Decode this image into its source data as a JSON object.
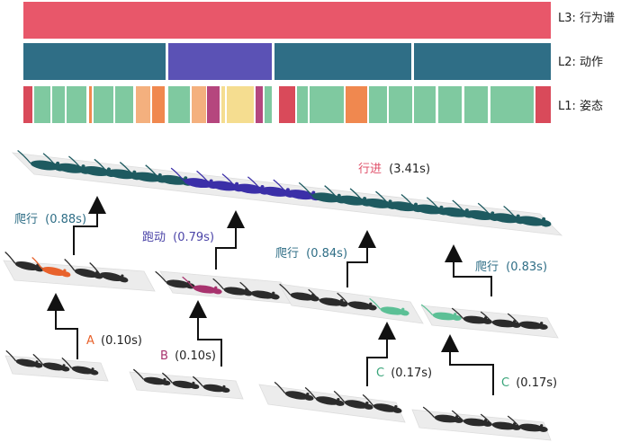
{
  "levels": {
    "l3": "L3: 行为谱",
    "l2": "L2: 动作",
    "l1": "L1: 姿态"
  },
  "colors": {
    "l3": "#e8576a",
    "teal": "#2f6e86",
    "purple": "#5b52b5",
    "mint": "#7fc9a0",
    "orange": "#f0884f",
    "peach": "#f4b07e",
    "magenta": "#b5467e",
    "yellow": "#f5dd90",
    "red": "#d94a5a",
    "mouseDark": "#2b2b2b",
    "mouseTeal": "#1e5a60",
    "mousePurple": "#3b2fa8",
    "mouseOrange": "#e8622c",
    "mouseMagenta": "#a8336e",
    "mouseMint": "#5cc096",
    "gray": "#e4e4e4"
  },
  "l2_segments": [
    {
      "color": "teal"
    },
    {
      "color": "purple"
    },
    {
      "color": "teal"
    },
    {
      "color": "teal"
    }
  ],
  "l1_segments": [
    {
      "color": "red"
    },
    {
      "color": "mint"
    },
    {
      "color": "mint"
    },
    {
      "color": "mint"
    },
    {
      "color": "orange"
    },
    {
      "color": "mint"
    },
    {
      "color": "mint"
    },
    {
      "color": "peach"
    },
    {
      "color": "orange"
    },
    {
      "color": "mint"
    },
    {
      "color": "peach"
    },
    {
      "color": "magenta"
    },
    {
      "color": "yellow"
    },
    {
      "color": "yellow"
    },
    {
      "color": "magenta"
    },
    {
      "color": "mint"
    },
    {
      "color": "red"
    },
    {
      "color": "mint"
    },
    {
      "color": "mint"
    },
    {
      "color": "orange"
    },
    {
      "color": "mint"
    },
    {
      "color": "mint"
    },
    {
      "color": "mint"
    },
    {
      "color": "mint"
    },
    {
      "color": "mint"
    },
    {
      "color": "mint"
    },
    {
      "color": "red"
    }
  ],
  "labels": {
    "walk": "行进",
    "walk_time": "(3.41s)",
    "crawl1": "爬行",
    "crawl1_time": "(0.88s)",
    "run": "跑动",
    "run_time": "(0.79s)",
    "crawl2": "爬行",
    "crawl2_time": "(0.84s)",
    "crawl3": "爬行",
    "crawl3_time": "(0.83s)",
    "a": "A",
    "a_time": "(0.10s)",
    "b": "B",
    "b_time": "(0.10s)",
    "c1": "C",
    "c1_time": "(0.17s)",
    "c2": "C",
    "c2_time": "(0.17s)"
  }
}
